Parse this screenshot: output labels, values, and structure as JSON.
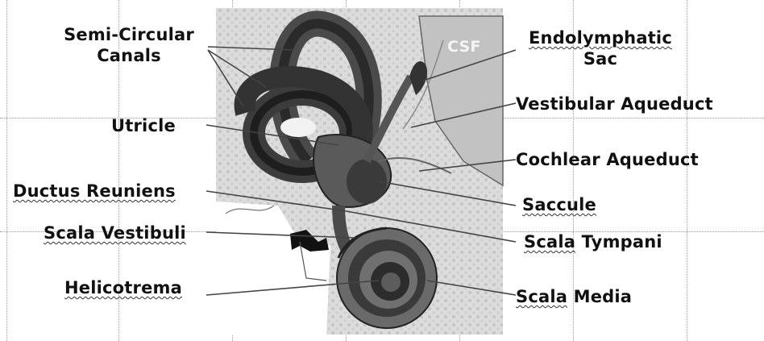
{
  "labels": {
    "semi_circular_1": "Semi-Circular",
    "semi_circular_2": "Canals",
    "utricle": "Utricle",
    "ductus_reuniens": "Ductus Reuniens",
    "scala_vestibuli": "Scala Vestibuli",
    "helicotrema": "Helicotrema",
    "csf": "CSF",
    "endolymphatic_1": "Endolymphatic",
    "endolymphatic_2": "Sac",
    "vestibular_aqueduct": "Vestibular Aqueduct",
    "cochlear_aqueduct": "Cochlear Aqueduct",
    "saccule": "Saccule",
    "scala_tympani_a": "Scala",
    "scala_tympani_b": "Tympani",
    "scala_media_a": "Scala",
    "scala_media_b": "Media"
  }
}
